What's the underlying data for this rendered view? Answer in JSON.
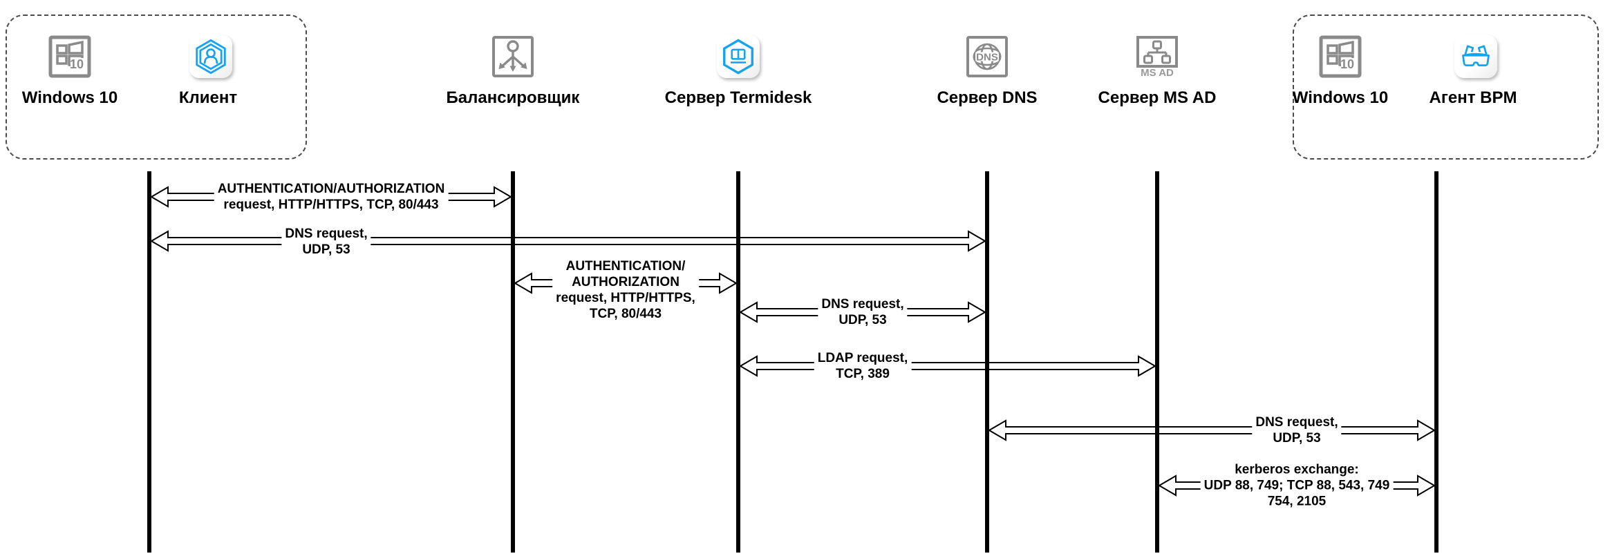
{
  "diagram": {
    "actors": [
      {
        "id": "windows10-left",
        "label": "Windows 10",
        "icon": "windows-10-icon"
      },
      {
        "id": "client",
        "label": "Клиент",
        "icon": "client-icon"
      },
      {
        "id": "balancer",
        "label": "Балансировщик",
        "icon": "load-balancer-icon"
      },
      {
        "id": "termidesk",
        "label": "Сервер Termidesk",
        "icon": "termidesk-server-icon"
      },
      {
        "id": "dns",
        "label": "Сервер DNS",
        "icon": "dns-globe-icon",
        "icon_text": "DNS"
      },
      {
        "id": "msad",
        "label": "Сервер MS AD",
        "icon": "ms-ad-icon",
        "icon_text": "MS AD"
      },
      {
        "id": "windows10-right",
        "label": "Windows 10",
        "icon": "windows-10-icon"
      },
      {
        "id": "agent-bpm",
        "label": "Агент BPM",
        "icon": "bpm-agent-glasses-icon"
      }
    ],
    "windows_icon_text": "10",
    "messages": [
      {
        "from": "Клиент",
        "to": "Балансировщик",
        "lines": [
          "AUTHENTICATION/AUTHORIZATION",
          "request, HTTP/HTTPS, TCP, 80/443"
        ]
      },
      {
        "from": "Клиент",
        "to": "Сервер DNS",
        "lines": [
          "DNS request,",
          "UDP, 53"
        ]
      },
      {
        "from": "Балансировщик",
        "to": "Сервер Termidesk",
        "lines": [
          "AUTHENTICATION/",
          "AUTHORIZATION",
          "request, HTTP/HTTPS,",
          "TCP, 80/443"
        ]
      },
      {
        "from": "Сервер Termidesk",
        "to": "Сервер DNS",
        "lines": [
          "DNS request,",
          "UDP, 53"
        ]
      },
      {
        "from": "Сервер Termidesk",
        "to": "Сервер MS AD",
        "lines": [
          "LDAP request,",
          "TCP, 389"
        ]
      },
      {
        "from": "Сервер DNS",
        "to": "Агент BPM",
        "lines": [
          "DNS request,",
          "UDP, 53"
        ]
      },
      {
        "from": "Сервер MS AD",
        "to": "Агент BPM",
        "lines": [
          "kerberos exchange:",
          "UDP 88, 749; TCP 88, 543, 749",
          "754, 2105"
        ]
      }
    ],
    "colors": {
      "accent_blue": "#14a3f0",
      "icon_gray": "#8a8a8a",
      "line_black": "#000000"
    }
  }
}
